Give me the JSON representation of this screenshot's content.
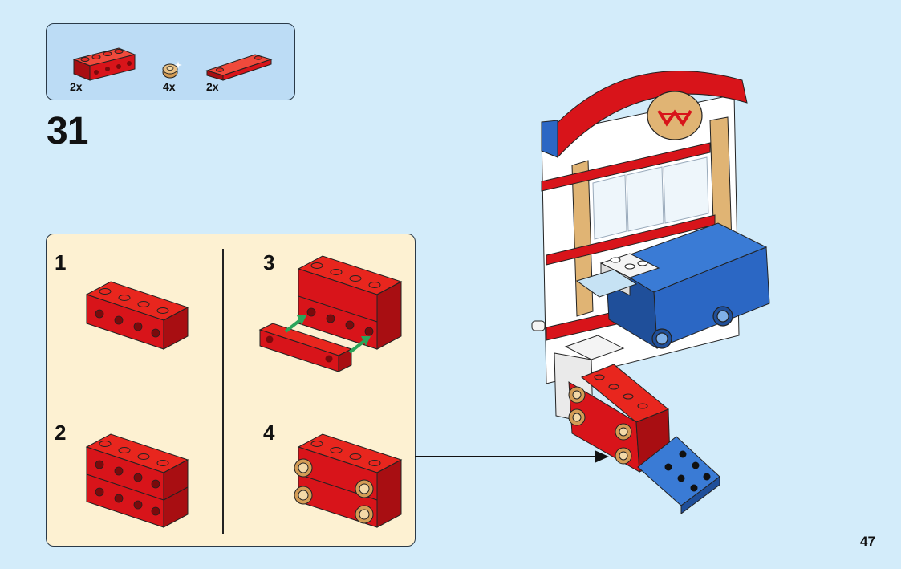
{
  "parts_list": {
    "items": [
      {
        "icon": "red-brick-1x4-icon",
        "qty": "2x"
      },
      {
        "icon": "tan-round-stud-icon",
        "qty": "4x"
      },
      {
        "icon": "red-plate-1x4-icon",
        "qty": "2x"
      }
    ]
  },
  "step": {
    "number": "31"
  },
  "sub_steps": [
    {
      "number": "1"
    },
    {
      "number": "2"
    },
    {
      "number": "3"
    },
    {
      "number": "4"
    }
  ],
  "page": {
    "number": "47"
  },
  "colors": {
    "background": "#d3ecfa",
    "parts_box": "#bcdcf5",
    "sub_box": "#fdf1d2",
    "brick_red": "#d8141a",
    "brick_blue": "#2b67c4",
    "tan": "#e0b474",
    "arrow_green": "#2aa55a"
  }
}
